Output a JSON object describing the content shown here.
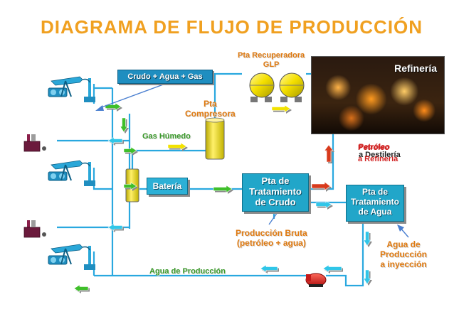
{
  "title": "DIAGRAMA DE FLUJO DE  PRODUCCIÓN",
  "labels": {
    "crudo_agua_gas": "Crudo + Agua + Gas",
    "pta_recuperadora_line1": "Pta Recuperadora",
    "pta_recuperadora_line2": "GLP",
    "refineria": "Refinería",
    "pta_compresora_line1": "Pta",
    "pta_compresora_line2": "Compresora",
    "gas_humedo": "Gas Húmedo",
    "bateria": "Batería",
    "pta_crudo_line1": "Pta de",
    "pta_crudo_line2": "Tratamiento",
    "pta_crudo_line3": "de Crudo",
    "pta_agua_line1": "Pta de",
    "pta_agua_line2": "Tratamiento",
    "pta_agua_line3": "de Agua",
    "petroleo_line1": "Petróleo",
    "petroleo_line2a": "a Destilería",
    "petroleo_line2b": "a Refinería",
    "produccion_bruta_line1": "Producción Bruta",
    "produccion_bruta_line2": "(petróleo + agua)",
    "agua_inyeccion_line1": "Agua de",
    "agua_inyeccion_line2": "Producción",
    "agua_inyeccion_line3": "a inyección",
    "agua_produccion": "Agua de Producción"
  },
  "colors": {
    "title": "#f0a020",
    "pipe": "#29a8df",
    "arrow_green": "#3fbf2a",
    "arrow_yellow": "#f2e200",
    "arrow_red": "#d83a1c",
    "arrow_cyan": "#30c6e8",
    "box_cyan": "#21a6c9",
    "tank_yellow": "#f5e000"
  },
  "icons": {
    "pumpjack": "pumpjack-icon",
    "injection_well": "injection-well-icon",
    "gas_sphere": "gas-sphere-icon",
    "compressor_tank": "compressor-tank-icon",
    "battery_tank": "battery-tank-icon",
    "water_pump": "water-pump-icon",
    "refinery_photo": "refinery-photo"
  }
}
